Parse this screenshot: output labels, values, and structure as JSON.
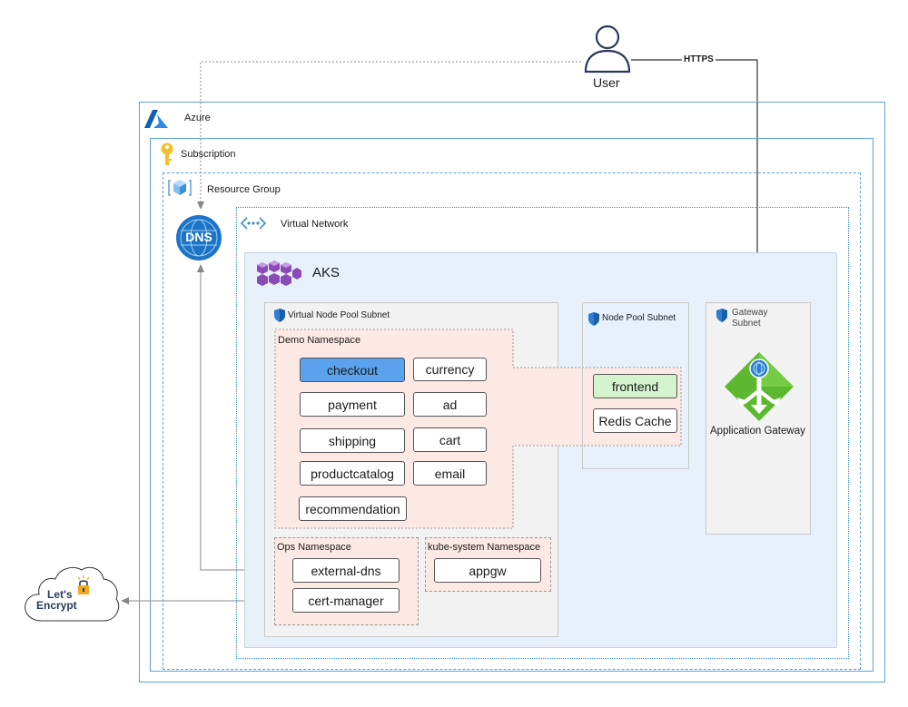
{
  "user": {
    "label": "User",
    "edge_label": "HTTPS"
  },
  "azure": {
    "label": "Azure"
  },
  "subscription": {
    "label": "Subscription"
  },
  "resource_group": {
    "label": "Resource Group"
  },
  "virtual_network": {
    "label": "Virtual Network"
  },
  "dns": {
    "label": "DNS"
  },
  "aks": {
    "label": "AKS"
  },
  "virtual_node_pool_subnet": {
    "label": "Virtual Node Pool Subnet"
  },
  "node_pool_subnet": {
    "label": "Node Pool Subnet"
  },
  "gateway_subnet": {
    "label_line1": "Gateway",
    "label_line2": "Subnet"
  },
  "demo_namespace": {
    "label": "Demo Namespace",
    "services": [
      "checkout",
      "currency",
      "payment",
      "ad",
      "shipping",
      "cart",
      "productcatalog",
      "email",
      "recommendation"
    ]
  },
  "node_pool_services": [
    "frontend",
    "Redis Cache"
  ],
  "ops_namespace": {
    "label": "Ops Namespace",
    "services": [
      "external-dns",
      "cert-manager"
    ]
  },
  "kube_system_namespace": {
    "label": "kube-system Namespace",
    "services": [
      "appgw"
    ]
  },
  "application_gateway": {
    "label": "Application Gateway"
  },
  "lets_encrypt": {
    "line1": "Let's",
    "line2": "Encrypt"
  },
  "colors": {
    "azure_border": "#5ba3d9",
    "aks_fill": "#e6f1fb",
    "subnet_fill": "#f2f2f2",
    "namespace_fill": "#fde9e4",
    "checkout_fill": "#5aa2ee",
    "frontend_fill": "#d3f4cc",
    "gateway_green": "#5cb82e",
    "aks_purple": "#8a4bb6"
  }
}
